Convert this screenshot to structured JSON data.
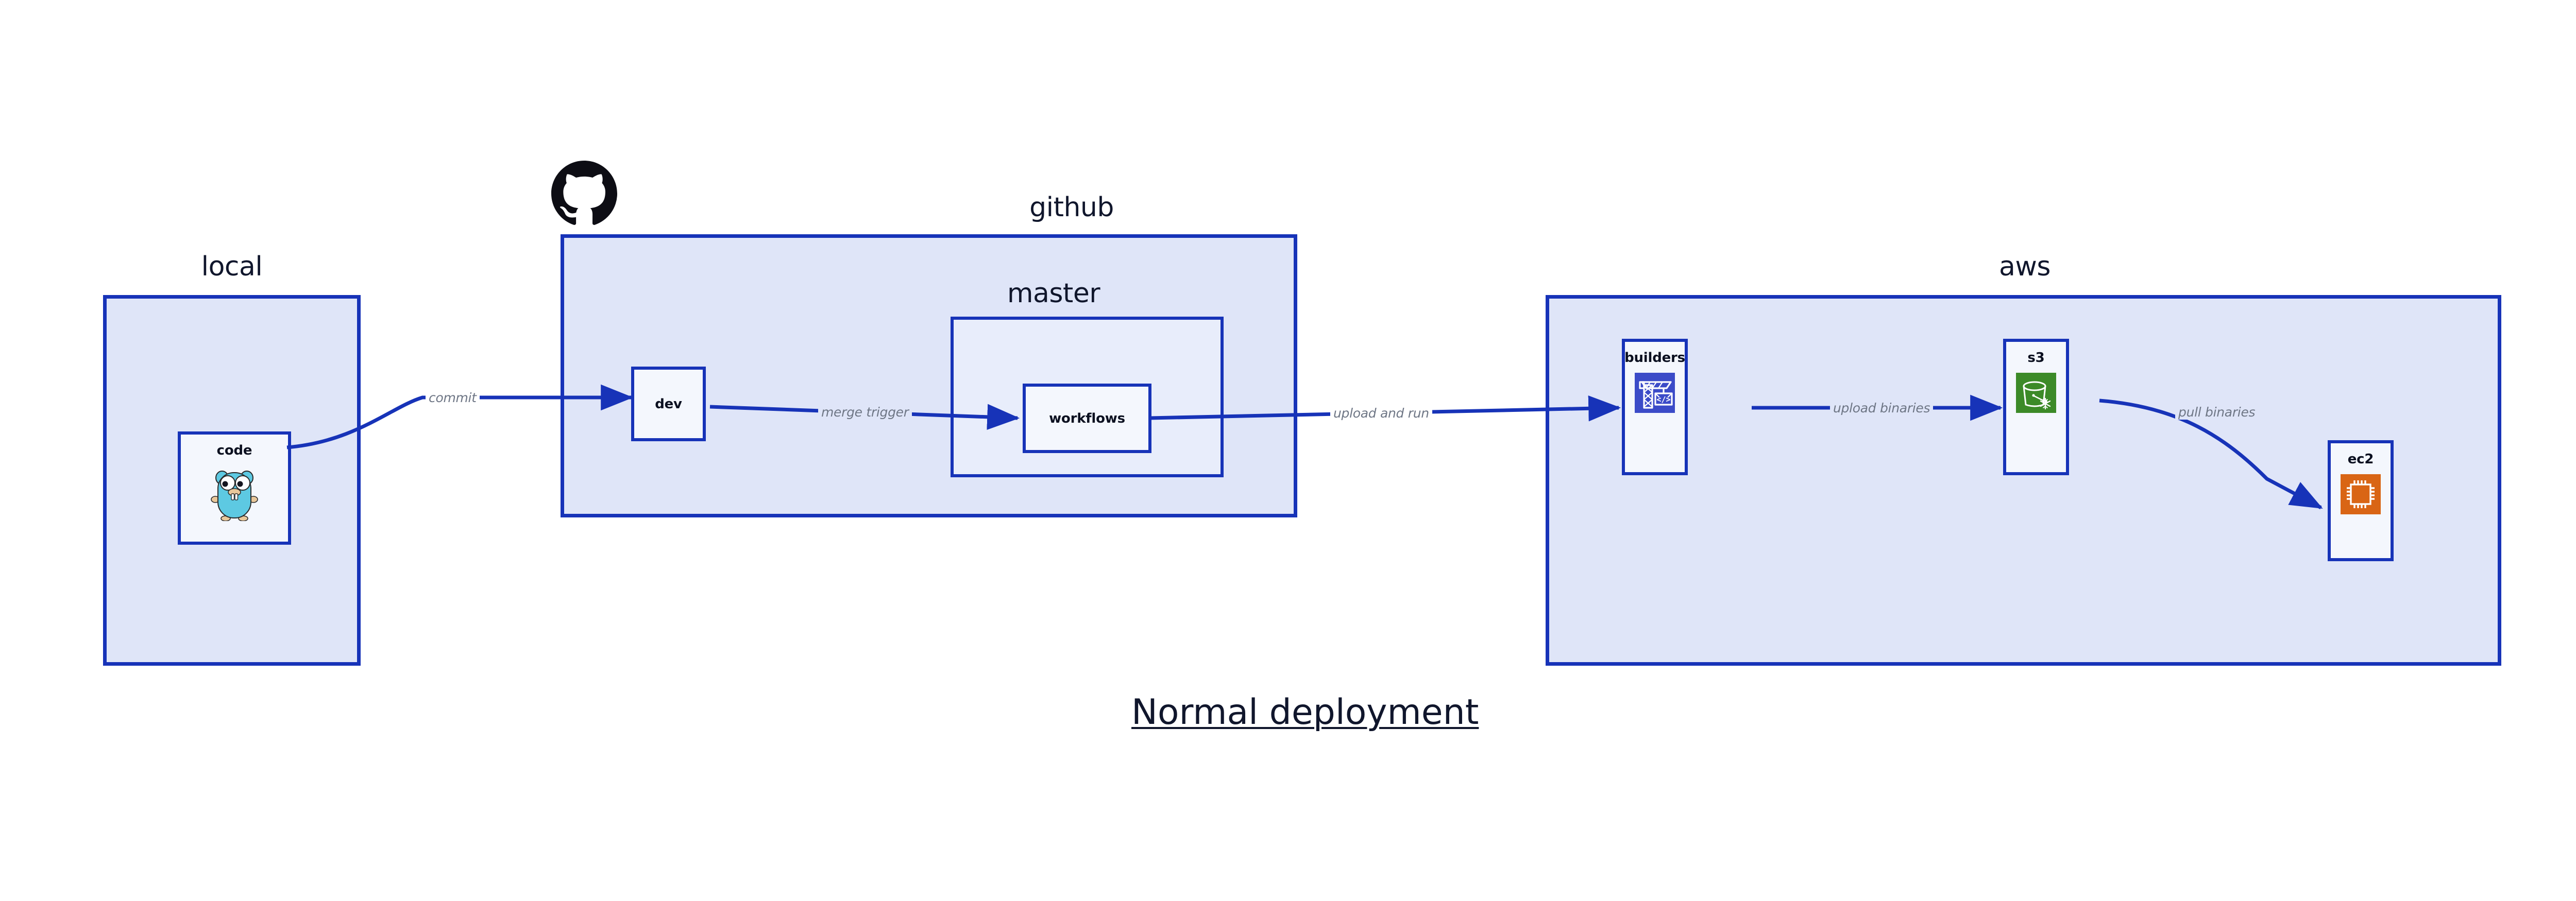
{
  "diagram": {
    "title": "Normal deployment",
    "title_color": "#10162c",
    "background": "#ffffff",
    "border_color": "#1733b8",
    "group_fill": "#dfe5f8",
    "group_fill_nested": "#e8edfb",
    "node_fill": "#f4f7fd",
    "edge_color": "#1733b8",
    "edge_label_color": "#6e7685"
  },
  "groups": [
    {
      "id": "local",
      "title": "local"
    },
    {
      "id": "github",
      "title": "github"
    },
    {
      "id": "master",
      "title": "master"
    },
    {
      "id": "aws",
      "title": "aws"
    }
  ],
  "nodes": [
    {
      "id": "code",
      "label": "code",
      "icon": "go-gopher-icon",
      "icon_color": "#5dc9e2"
    },
    {
      "id": "dev",
      "label": "dev",
      "icon": "none",
      "icon_color": ""
    },
    {
      "id": "workflows",
      "label": "workflows",
      "icon": "none",
      "icon_color": ""
    },
    {
      "id": "builders",
      "label": "builders",
      "icon": "aws-builders-icon",
      "icon_color": "#3b4bc8"
    },
    {
      "id": "s3",
      "label": "s3",
      "icon": "aws-s3-icon",
      "icon_color": "#3c8a28"
    },
    {
      "id": "ec2",
      "label": "ec2",
      "icon": "aws-ec2-icon",
      "icon_color": "#d96515"
    }
  ],
  "edges": [
    {
      "id": "commit",
      "label": "commit",
      "from": "code",
      "to": "dev"
    },
    {
      "id": "merge-trigger",
      "label": "merge trigger",
      "from": "dev",
      "to": "workflows"
    },
    {
      "id": "upload-and-run",
      "label": "upload and run",
      "from": "workflows",
      "to": "builders"
    },
    {
      "id": "upload-binaries",
      "label": "upload binaries",
      "from": "builders",
      "to": "s3"
    },
    {
      "id": "pull-binaries",
      "label": "pull binaries",
      "from": "s3",
      "to": "ec2"
    }
  ],
  "logos": [
    {
      "id": "github-logo",
      "name": "github-octocat-icon",
      "color": "#0d0d14"
    }
  ]
}
